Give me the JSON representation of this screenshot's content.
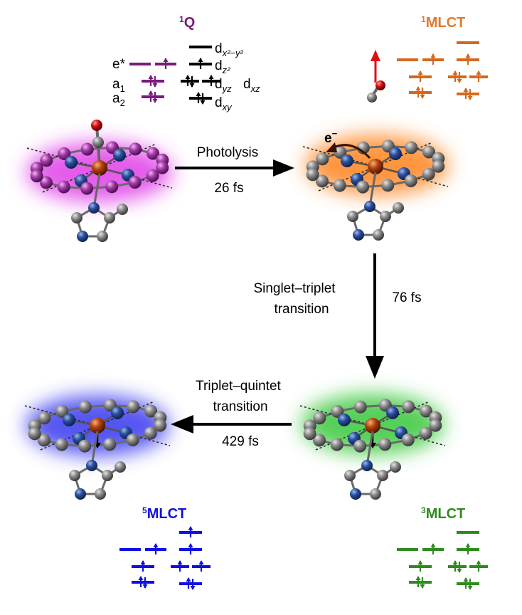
{
  "states": {
    "q1": {
      "sup": "1",
      "name": "Q",
      "color": "#7b1a7e"
    },
    "mlct1": {
      "sup": "1",
      "name": "MLCT",
      "color": "#e07a2e"
    },
    "mlct3": {
      "sup": "3",
      "name": "MLCT",
      "color": "#2f8a1f"
    },
    "mlct5": {
      "sup": "5",
      "name": "MLCT",
      "color": "#1010e0"
    }
  },
  "orbitals": {
    "left": {
      "e_star": "e*",
      "a1": "a",
      "a1_sub": "1",
      "a2": "a",
      "a2_sub": "2"
    },
    "d": {
      "x2y2_sub": "x²−y²",
      "z2_sub": "z²",
      "yz_sub": "yz",
      "xz_sub": "xz",
      "xy_sub": "xy",
      "d": "d"
    }
  },
  "transitions": {
    "photolysis": {
      "label": "Photolysis",
      "time": "26 fs"
    },
    "singlet_triplet": {
      "label_line1": "Singlet–triplet",
      "label_line2": "transition",
      "time": "76 fs"
    },
    "triplet_quintet": {
      "label_line1": "Triplet–quintet",
      "label_line2": "transition",
      "time": "429 fs"
    }
  },
  "electron_label": "e",
  "electron_sup": "−",
  "colors": {
    "glow_magenta": "#e040e8",
    "glow_orange": "#ff8a2a",
    "glow_green": "#39c83a",
    "glow_blue": "#3838f0",
    "iron": "#b5420c",
    "nitrogen": "#2a4f9c",
    "carbon": "#7d7d7d",
    "carbon_magenta": "#9c3aa0",
    "oxygen": "#d01010"
  }
}
